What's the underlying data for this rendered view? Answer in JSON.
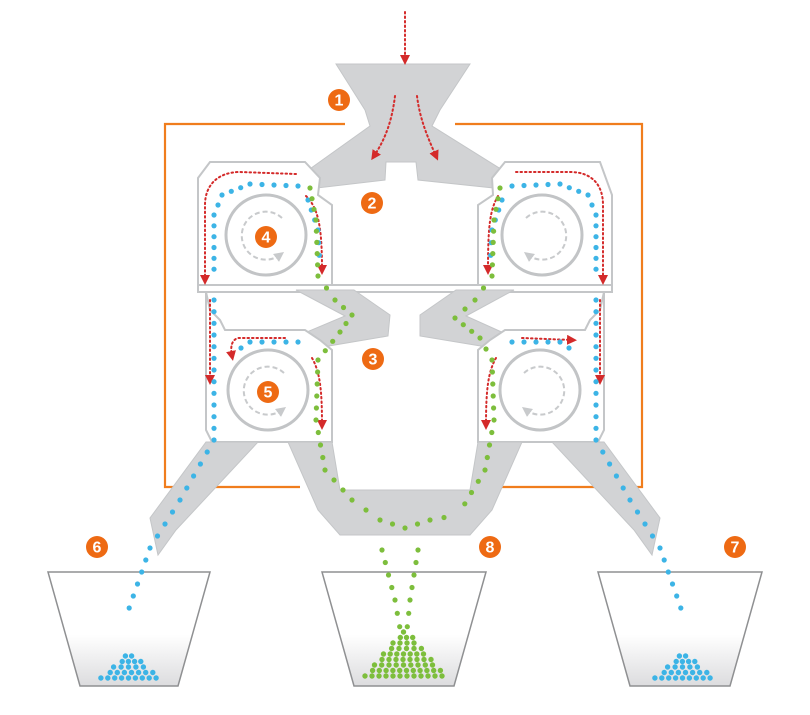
{
  "colors": {
    "frame": "#f07d1d",
    "machine_fill": "#d2d3d5",
    "machine_stroke": "#c4c6c8",
    "drum_fill": "#ffffff",
    "drum_stroke": "#c2c4c6",
    "particle_blue": "#3cb4e6",
    "particle_green": "#7dbe3c",
    "flow_arrow": "#d42a2a",
    "rotation_arrow": "#c8cacc",
    "badge": "#ee6a13",
    "badge_text": "#ffffff"
  },
  "labels": [
    {
      "id": "1",
      "text": "1"
    },
    {
      "id": "2",
      "text": "2"
    },
    {
      "id": "3",
      "text": "3"
    },
    {
      "id": "4",
      "text": "4"
    },
    {
      "id": "5",
      "text": "5"
    },
    {
      "id": "6",
      "text": "6"
    },
    {
      "id": "7",
      "text": "7"
    },
    {
      "id": "8",
      "text": "8"
    }
  ]
}
